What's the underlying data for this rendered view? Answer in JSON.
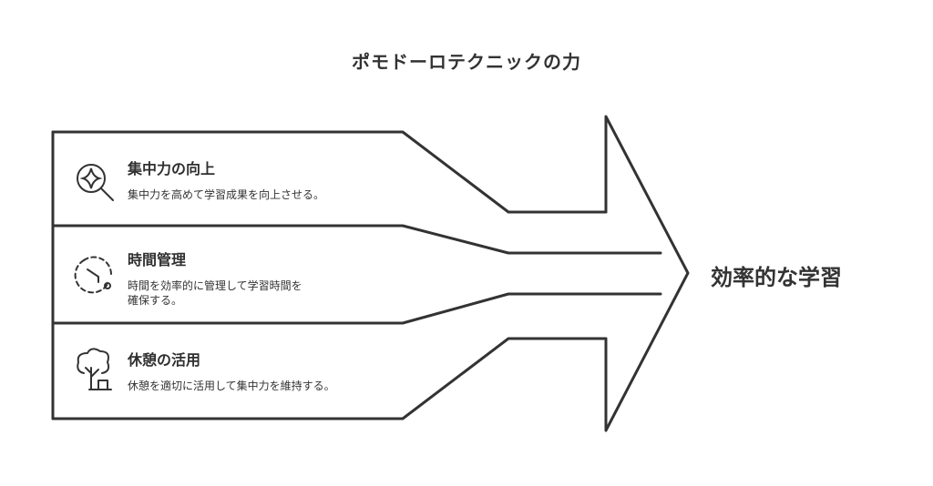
{
  "title": "ポモドーロテクニックの力",
  "stages": [
    {
      "title": "集中力の向上",
      "description": "集中力を高めて学習成果を向上させる。",
      "icon": "focus-magnifier-icon"
    },
    {
      "title": "時間管理",
      "description": "時間を効率的に管理して学習時間を\n確保する。",
      "icon": "timer-icon"
    },
    {
      "title": "休憩の活用",
      "description": "休憩を適切に活用して集中力を維持する。",
      "icon": "tree-icon"
    }
  ],
  "result": "効率的な学習"
}
